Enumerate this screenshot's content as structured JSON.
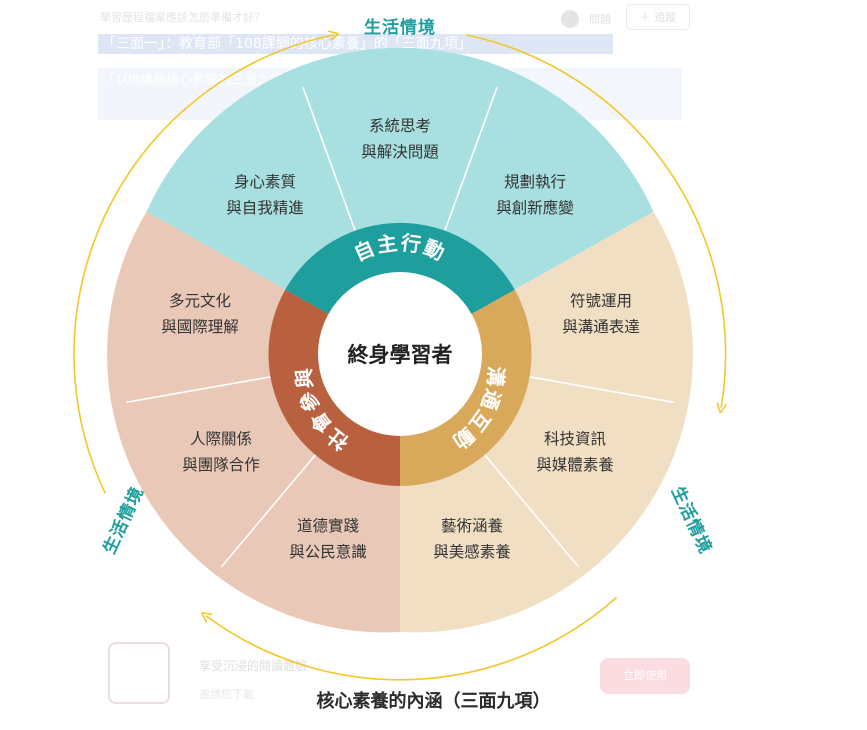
{
  "background_page": {
    "question": "學習歷程檔案應該怎麼準備才好？",
    "headline": "「三面一」：教育部「108課綱的核心素養」的「三面九項」",
    "paragraph": "「108課綱核心素養的三面九項」……",
    "user": "問題",
    "follow_label": "＋ 追蹤",
    "ad_title": "享受沉浸的閱讀體驗",
    "ad_subtitle": "邀請您下載",
    "ad_button": "立即使用"
  },
  "diagram": {
    "center": "終身學習者",
    "context_label": "生活情境",
    "dimensions": [
      {
        "name": "自主行動",
        "color": "#1f9e9e",
        "items": [
          {
            "line1": "身心素質",
            "line2": "與自我精進"
          },
          {
            "line1": "系統思考",
            "line2": "與解決問題"
          },
          {
            "line1": "規劃執行",
            "line2": "與創新應變"
          }
        ]
      },
      {
        "name": "溝通互動",
        "color": "#d9a95b",
        "items": [
          {
            "line1": "符號運用",
            "line2": "與溝通表達"
          },
          {
            "line1": "科技資訊",
            "line2": "與媒體素養"
          },
          {
            "line1": "藝術涵養",
            "line2": "與美感素養"
          }
        ]
      },
      {
        "name": "社會參與",
        "color": "#b9613f",
        "items": [
          {
            "line1": "道德實踐",
            "line2": "與公民意識"
          },
          {
            "line1": "人際關係",
            "line2": "與團隊合作"
          },
          {
            "line1": "多元文化",
            "line2": "與國際理解"
          }
        ]
      }
    ],
    "colors": {
      "teal_outer": "#a8dfe0",
      "gold_outer": "#f1dfc4",
      "rust_outer": "#e9c8b7",
      "arrow": "#f3c62b",
      "context_text": "#1f9e9e"
    }
  },
  "caption": "核心素養的內涵（三面九項）"
}
